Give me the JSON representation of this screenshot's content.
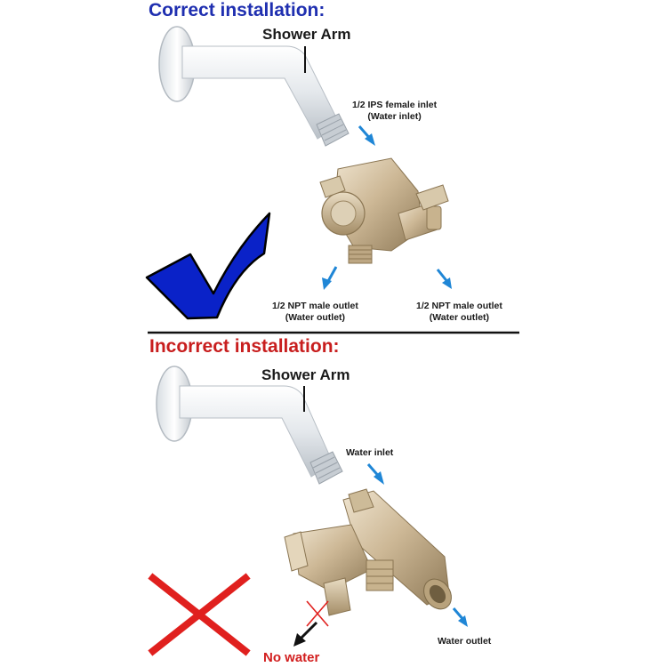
{
  "correct": {
    "heading": "Correct installation:",
    "heading_color": "#1f2fb0",
    "arm_label": "Shower Arm",
    "inlet_label_1": "1/2 IPS female inlet",
    "inlet_label_2": "(Water inlet)",
    "outlet_left_1": "1/2 NPT male outlet",
    "outlet_left_2": "(Water outlet)",
    "outlet_right_1": "1/2 NPT male outlet",
    "outlet_right_2": "(Water outlet)",
    "check_icon": "checkmark-icon",
    "check_color": "#0a22c8"
  },
  "incorrect": {
    "heading": "Incorrect installation:",
    "heading_color": "#c81e1e",
    "arm_label": "Shower Arm",
    "inlet_label": "Water inlet",
    "outlet_label": "Water outlet",
    "no_water_label": "No water",
    "no_water_color": "#d21e1e",
    "cross_icon": "x-mark-icon",
    "cross_color": "#e0201e"
  },
  "colors": {
    "arrow_blue": "#1f86d6",
    "brass": "#c9b48e",
    "chrome": "#e8ecef"
  }
}
